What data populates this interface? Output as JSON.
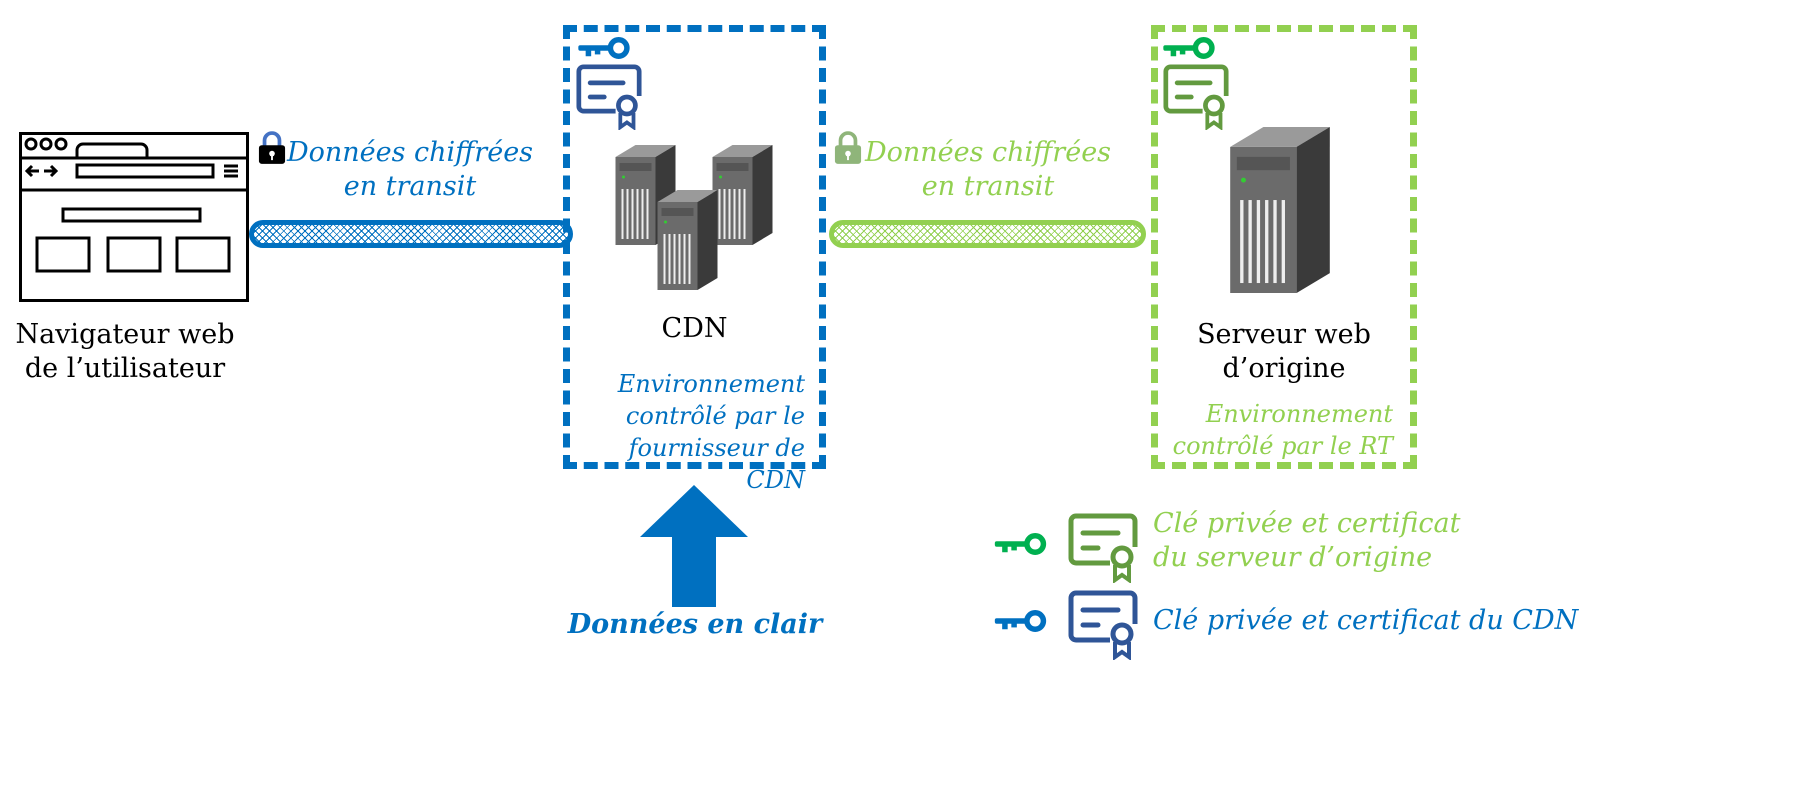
{
  "browser": {
    "label_line1": "Navigateur web",
    "label_line2": "de l’utilisateur"
  },
  "transit_left": {
    "line1": "Données chiffrées",
    "line2": "en transit"
  },
  "transit_right": {
    "line1": "Données chiffrées",
    "line2": "en transit"
  },
  "cdn": {
    "label": "CDN",
    "env_line1": "Environnement",
    "env_line2": "contrôlé par le",
    "env_line3": "fournisseur de CDN"
  },
  "origin": {
    "label_line1": "Serveur web",
    "label_line2": "d’origine",
    "env_line1": "Environnement",
    "env_line2": "contrôlé par le RT"
  },
  "plaintext": {
    "label": "Données en clair"
  },
  "legend": {
    "origin_line1": "Clé privée et certificat",
    "origin_line2": "du serveur d’origine",
    "cdn": "Clé privée et certificat du CDN"
  },
  "colors": {
    "blue": "#0070C0",
    "green": "#92D050",
    "cert_blue": "#2F5597",
    "cert_green": "#629A3F",
    "key_green": "#00B050"
  }
}
